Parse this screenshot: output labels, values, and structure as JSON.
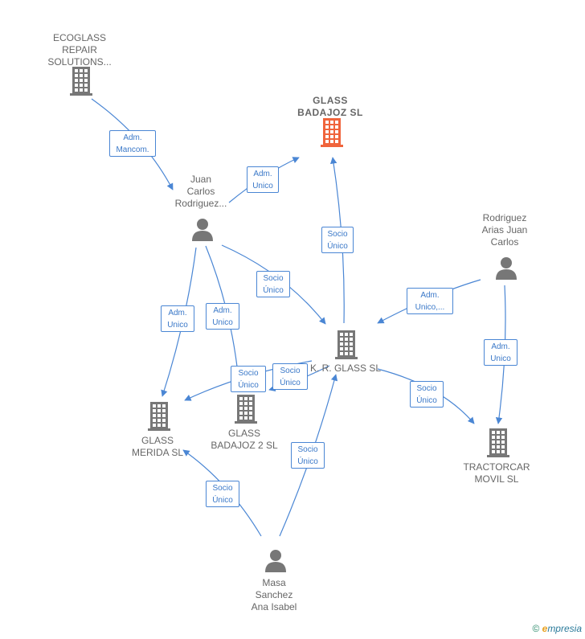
{
  "nodes": {
    "ecoglass": {
      "label": "ECOGLASS\nREPAIR\nSOLUTIONS...",
      "kind": "company"
    },
    "glass_badajoz": {
      "label": "GLASS\nBADAJOZ  SL",
      "kind": "company",
      "highlight_color": "#f0643c"
    },
    "juan_carlos": {
      "label": "Juan\nCarlos\nRodriguez...",
      "kind": "person"
    },
    "rodriguez_arias": {
      "label": "Rodriguez\nArias Juan\nCarlos",
      "kind": "person"
    },
    "kr_glass": {
      "label": "K. R. GLASS SL",
      "kind": "company"
    },
    "glass_merida": {
      "label": "GLASS\nMERIDA  SL",
      "kind": "company"
    },
    "glass_badajoz2": {
      "label": "GLASS\nBADAJOZ 2  SL",
      "kind": "company"
    },
    "tractorcar": {
      "label": "TRACTORCAR\nMOVIL  SL",
      "kind": "company"
    },
    "masa": {
      "label": "Masa\nSanchez\nAna Isabel",
      "kind": "person"
    }
  },
  "edges": [
    {
      "from": "juan_carlos",
      "to": "ecoglass",
      "label": "Adm.\nMancom."
    },
    {
      "from": "juan_carlos",
      "to": "glass_badajoz",
      "label": "Adm.\nUnico"
    },
    {
      "from": "kr_glass",
      "to": "glass_badajoz",
      "label": "Socio\nÚnico"
    },
    {
      "from": "juan_carlos",
      "to": "kr_glass",
      "label": "Socio\nÚnico"
    },
    {
      "from": "rodriguez_arias",
      "to": "kr_glass",
      "label": "Adm.\nUnico,..."
    },
    {
      "from": "rodriguez_arias",
      "to": "tractorcar",
      "label": "Adm.\nUnico"
    },
    {
      "from": "juan_carlos",
      "to": "glass_merida",
      "label": "Adm.\nUnico"
    },
    {
      "from": "juan_carlos",
      "to": "glass_badajoz2",
      "label": "Adm.\nUnico"
    },
    {
      "from": "kr_glass",
      "to": "glass_merida",
      "label": "Socio\nÚnico"
    },
    {
      "from": "kr_glass",
      "to": "glass_badajoz2",
      "label": "Socio\nÚnico"
    },
    {
      "from": "kr_glass",
      "to": "tractorcar",
      "label": "Socio\nÚnico"
    },
    {
      "from": "masa",
      "to": "glass_merida",
      "label": "Socio\nÚnico"
    },
    {
      "from": "masa",
      "to": "kr_glass",
      "label": "Socio\nÚnico"
    }
  ],
  "colors": {
    "edge": "#4a86d4",
    "icon": "#777777"
  },
  "icons": {
    "company": "building-icon",
    "person": "person-icon"
  },
  "footer": {
    "copyright": "©",
    "brand_first": "e",
    "brand_rest": "mpresia"
  }
}
